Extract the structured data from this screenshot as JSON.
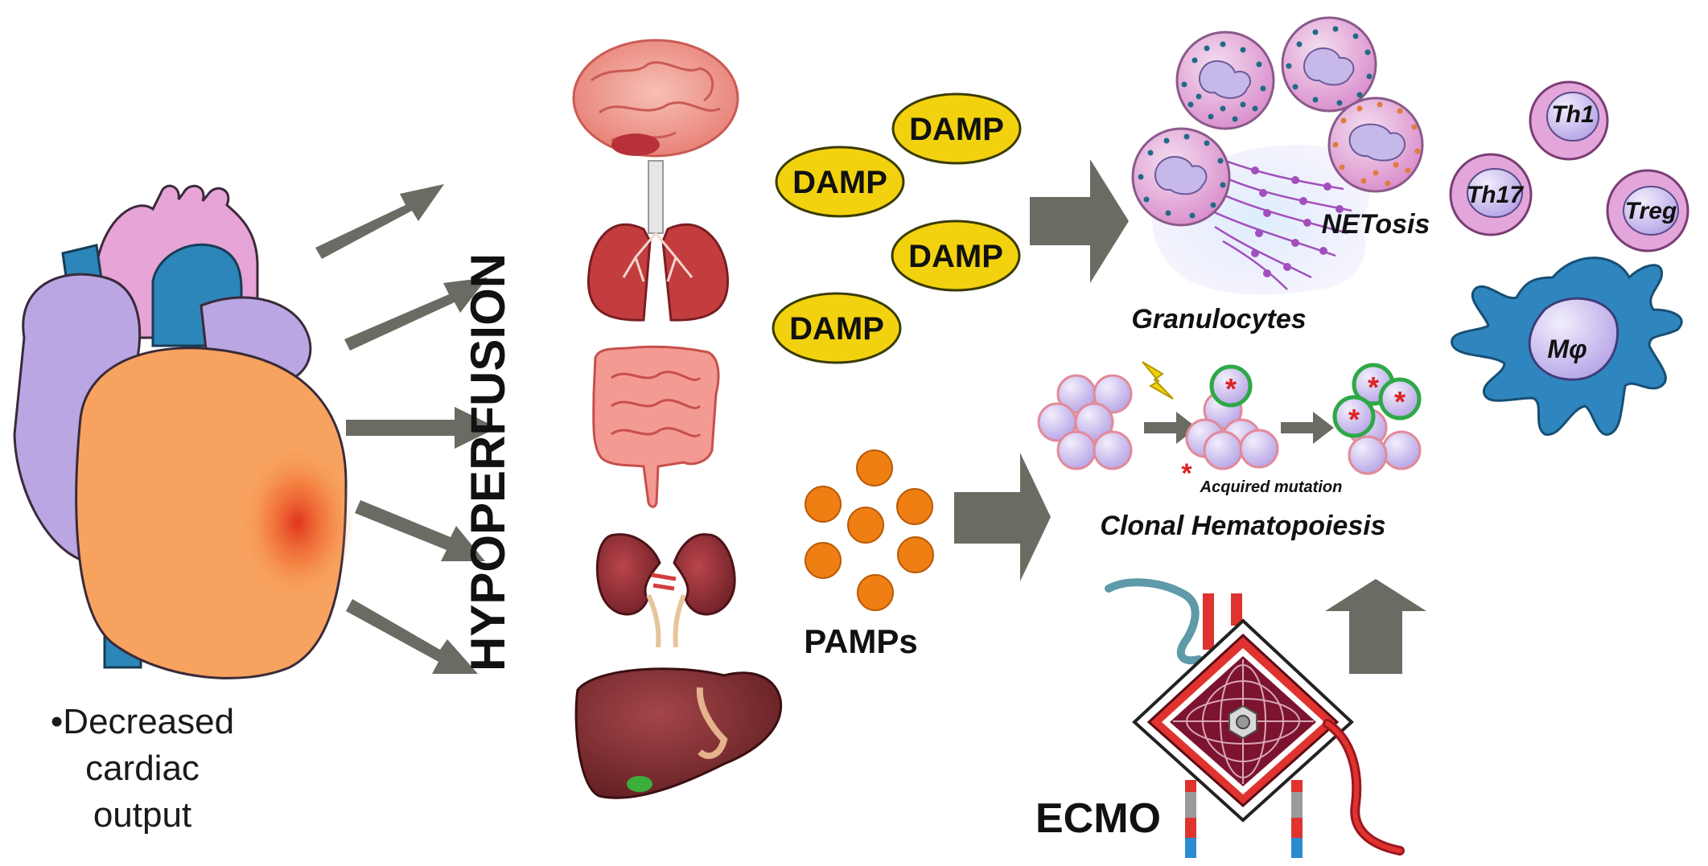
{
  "heart": {
    "caption": [
      "•Decreased",
      "cardiac",
      "output"
    ]
  },
  "hypoperfusion_label": "HYPOPERFUSION",
  "damp_labels": [
    "DAMP",
    "DAMP",
    "DAMP",
    "DAMP"
  ],
  "pamps_label": "PAMPs",
  "granulocytes_label": "Granulocytes",
  "netosis_label": "NETosis",
  "clonal_label": "Clonal Hematopoiesis",
  "mutation_label": "Acquired mutation",
  "mutation_marker": "*",
  "ecmo_label": "ECMO",
  "tcells": [
    "Th1",
    "Th17",
    "Treg"
  ],
  "macrophage_label": "Mφ",
  "colors": {
    "arrow": "#6b6b63",
    "damp_fill": "#f2d20f",
    "pamp_fill": "#ef7f12",
    "heart_orange": "#f7a25e",
    "heart_purple": "#b9a6e3",
    "heart_blue": "#2c86b9",
    "heart_pink": "#e7a4d6",
    "macrophage": "#2f86be",
    "tcell_fill": "#e3a6da",
    "ecmo_red": "#7c1430"
  }
}
